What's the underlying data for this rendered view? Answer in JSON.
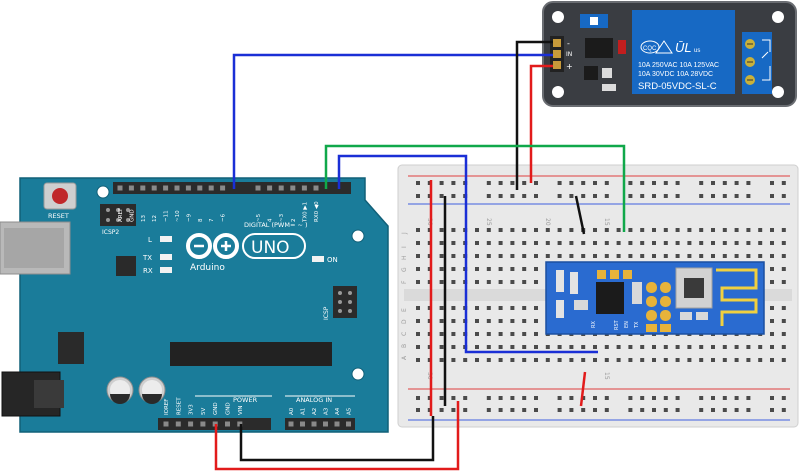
{
  "arduino": {
    "reset_label": "RESET",
    "icsp2_label": "ICSP2",
    "icsp_label": "ICSP",
    "l_label": "L",
    "tx_label": "TX",
    "rx_label": "RX",
    "on_label": "ON",
    "brand": "Arduino",
    "model": "UNO",
    "digital_label": "DIGITAL (PWM= ~ )",
    "power_label": "POWER",
    "analog_label": "ANALOG IN",
    "digital_pins": [
      "AREF",
      "GND",
      "13",
      "12",
      "~11",
      "~10",
      "~9",
      "8",
      "7",
      "~6",
      "~5",
      "4",
      "~3",
      "2",
      "TX0 ▶1",
      "RX0 ◀0"
    ],
    "power_pins": [
      "IOREF",
      "RESET",
      "3V3",
      "5V",
      "GND",
      "GND",
      "VIN"
    ],
    "analog_pins": [
      "A0",
      "A1",
      "A2",
      "A3",
      "A4",
      "A5"
    ]
  },
  "relay": {
    "pin_labels": [
      "-",
      "IN",
      "+"
    ],
    "cqc_mark": "CQC",
    "ul_mark": "us",
    "rating_line1": "10A 250VAC  10A 125VAC",
    "rating_line2": "10A  30VDC  10A  28VDC",
    "model": "SRD-05VDC-SL-C"
  },
  "breadboard": {
    "row_letters_left": [
      "J",
      "I",
      "H",
      "G",
      "F",
      "E",
      "D",
      "C",
      "B",
      "A"
    ],
    "column_numbers": [
      "30",
      "25",
      "20",
      "15"
    ]
  },
  "esp": {
    "pin_labels": [
      "RX",
      "RST",
      "EN",
      "TX"
    ]
  },
  "colors": {
    "board": "#1a7c9a",
    "relay_body": "#3a3d42",
    "relay_coil": "#1769c4",
    "esp_pcb": "#2a6bd0",
    "wire_blue": "#1a2fd6",
    "wire_green": "#10a84a",
    "wire_red": "#e21b1b",
    "wire_black": "#111111"
  }
}
